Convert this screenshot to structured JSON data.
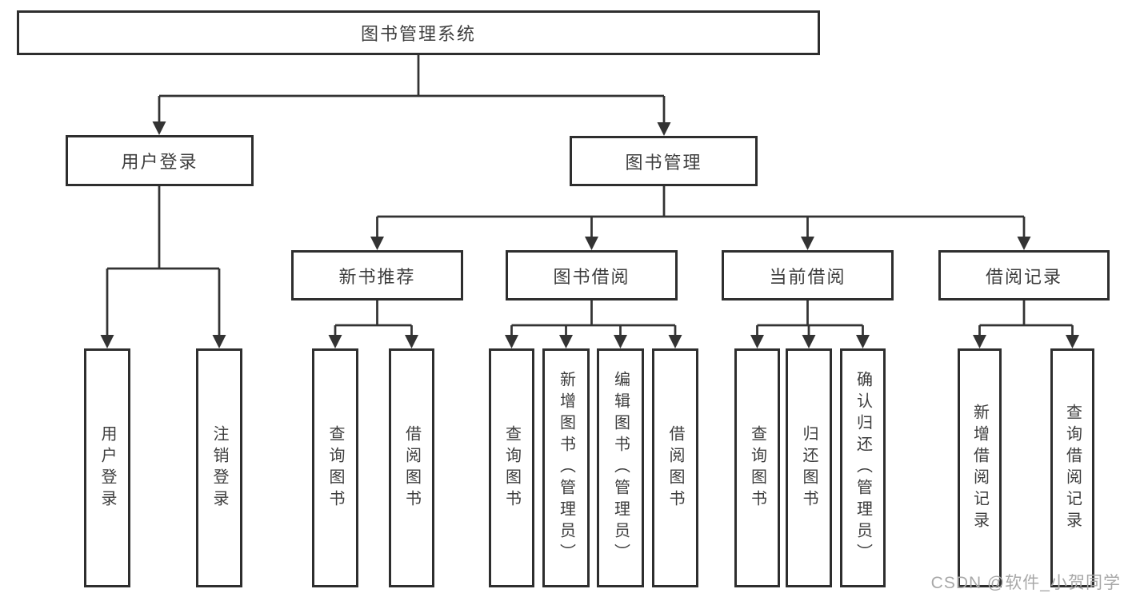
{
  "diagram": {
    "title": "图书管理系统",
    "root": {
      "label": "图书管理系统"
    },
    "level2": [
      {
        "label": "用户登录"
      },
      {
        "label": "图书管理"
      }
    ],
    "level3": [
      {
        "label": "新书推荐",
        "parent": "图书管理"
      },
      {
        "label": "图书借阅",
        "parent": "图书管理"
      },
      {
        "label": "当前借阅",
        "parent": "图书管理"
      },
      {
        "label": "借阅记录",
        "parent": "图书管理"
      }
    ],
    "leaves": [
      {
        "label": "用户登录",
        "parent": "用户登录"
      },
      {
        "label": "注销登录",
        "parent": "用户登录"
      },
      {
        "label": "查询图书",
        "parent": "新书推荐"
      },
      {
        "label": "借阅图书",
        "parent": "新书推荐"
      },
      {
        "label": "查询图书",
        "parent": "图书借阅"
      },
      {
        "label": "新增图书（管理员）",
        "parent": "图书借阅"
      },
      {
        "label": "编辑图书（管理员）",
        "parent": "图书借阅"
      },
      {
        "label": "借阅图书",
        "parent": "图书借阅"
      },
      {
        "label": "查询图书",
        "parent": "当前借阅"
      },
      {
        "label": "归还图书",
        "parent": "当前借阅"
      },
      {
        "label": "确认归还（管理员）",
        "parent": "当前借阅"
      },
      {
        "label": "新增借阅记录",
        "parent": "借阅记录"
      },
      {
        "label": "查询借阅记录",
        "parent": "借阅记录"
      }
    ],
    "watermark": "CSDN @软件_小贺同学",
    "colors": {
      "line": "#333333",
      "box_border": "#2e2e2e",
      "text": "#3d3d3d",
      "watermark": "#a8a8a8",
      "background": "#ffffff"
    }
  }
}
